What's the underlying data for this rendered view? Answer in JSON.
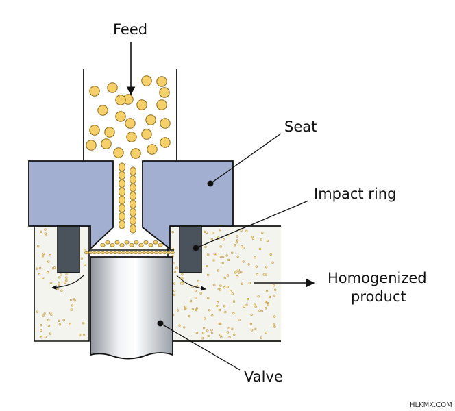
{
  "labels": {
    "feed": "Feed",
    "seat": "Seat",
    "impact_ring": "Impact ring",
    "product_line1": "Homogenized",
    "product_line2": "product",
    "valve": "Valve"
  },
  "watermark": "HLKMX.COM",
  "colors": {
    "seat": "#a3afd1",
    "impact_ring": "#4a525c",
    "particle": "#f5cf6a",
    "particle_stroke": "#8a6a18",
    "chamber_fill": "#f4f4ee",
    "speckle": "#c9a44a",
    "outline": "#111111"
  }
}
